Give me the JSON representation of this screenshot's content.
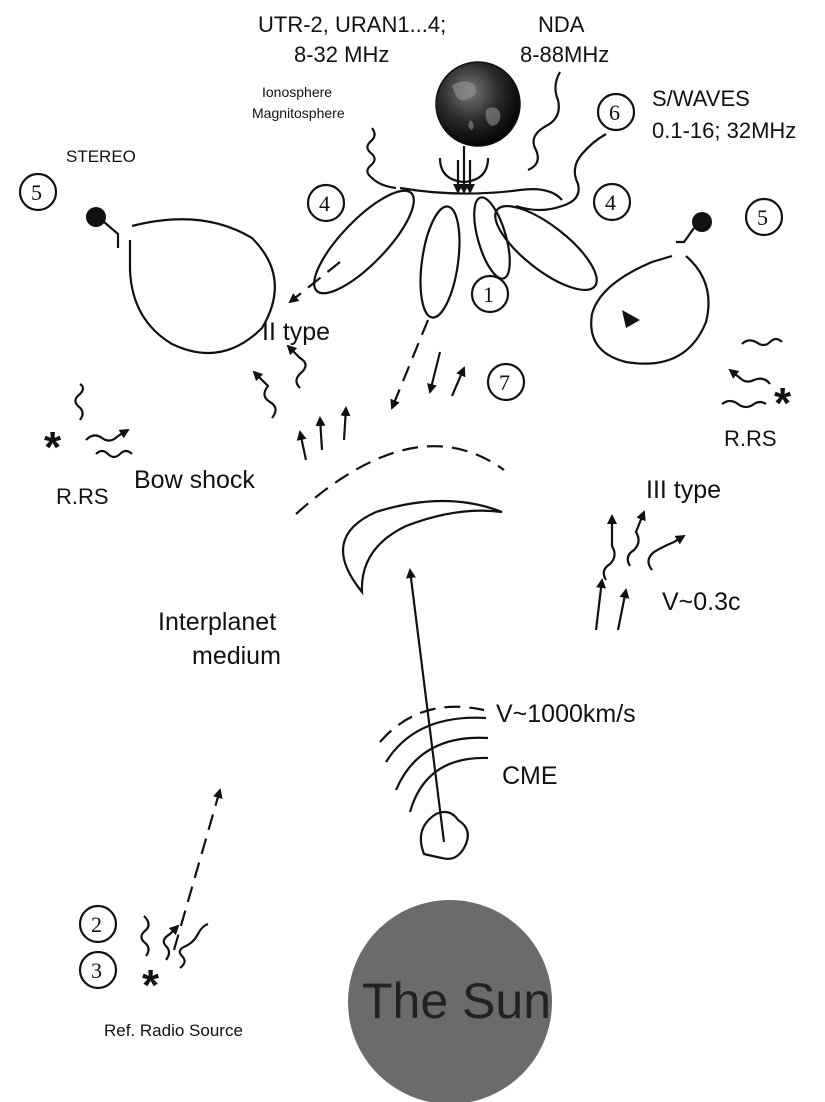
{
  "labels": {
    "utr2": "UTR-2, URAN1...4;",
    "utr2_freq": "8-32 MHz",
    "nda": "NDA",
    "nda_freq": "8-88MHz",
    "ionosphere": "Ionosphere",
    "magnitosphere": "Magnitosphere",
    "earth": "Earth",
    "swaves": "S/WAVES",
    "swaves_freq": "0.1-16; 32MHz",
    "stereo": "STEREO",
    "type2": "II type",
    "type3": "III type",
    "rrs_left": "R.RS",
    "rrs_right": "R.RS",
    "bow_shock": "Bow shock",
    "interplanet_1": "Interplanet",
    "interplanet_2": "medium",
    "v_type3": "V~0.3c",
    "v_cme": "V~1000km/s",
    "cme": "CME",
    "ref_source": "Ref. Radio Source",
    "sun": "The Sun"
  },
  "markers": {
    "m1": "1",
    "m2": "2",
    "m3": "3",
    "m4_left": "4",
    "m4_right": "4",
    "m5_left": "5",
    "m5_right": "5",
    "m6": "6",
    "m7": "7"
  },
  "colors": {
    "sun_fill": "#6b6b6b",
    "earth_fill": "#2a2a2a",
    "line": "#111111"
  }
}
